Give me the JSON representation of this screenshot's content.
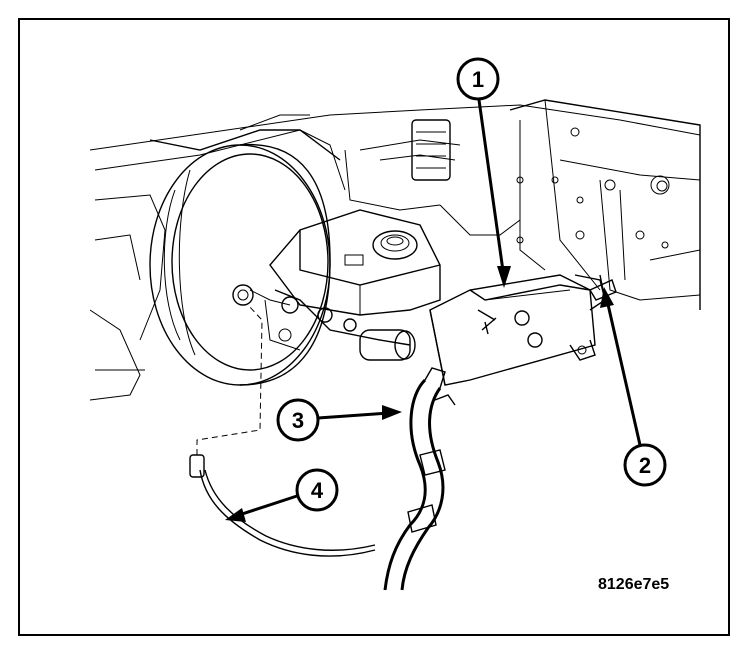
{
  "callouts": [
    {
      "number": "1",
      "target": "bracket-assembly"
    },
    {
      "number": "2",
      "target": "mounting-fastener"
    },
    {
      "number": "3",
      "target": "vacuum-hose"
    },
    {
      "number": "4",
      "target": "electrical-connector-wire"
    }
  ],
  "figure_code": "8126e7e5"
}
